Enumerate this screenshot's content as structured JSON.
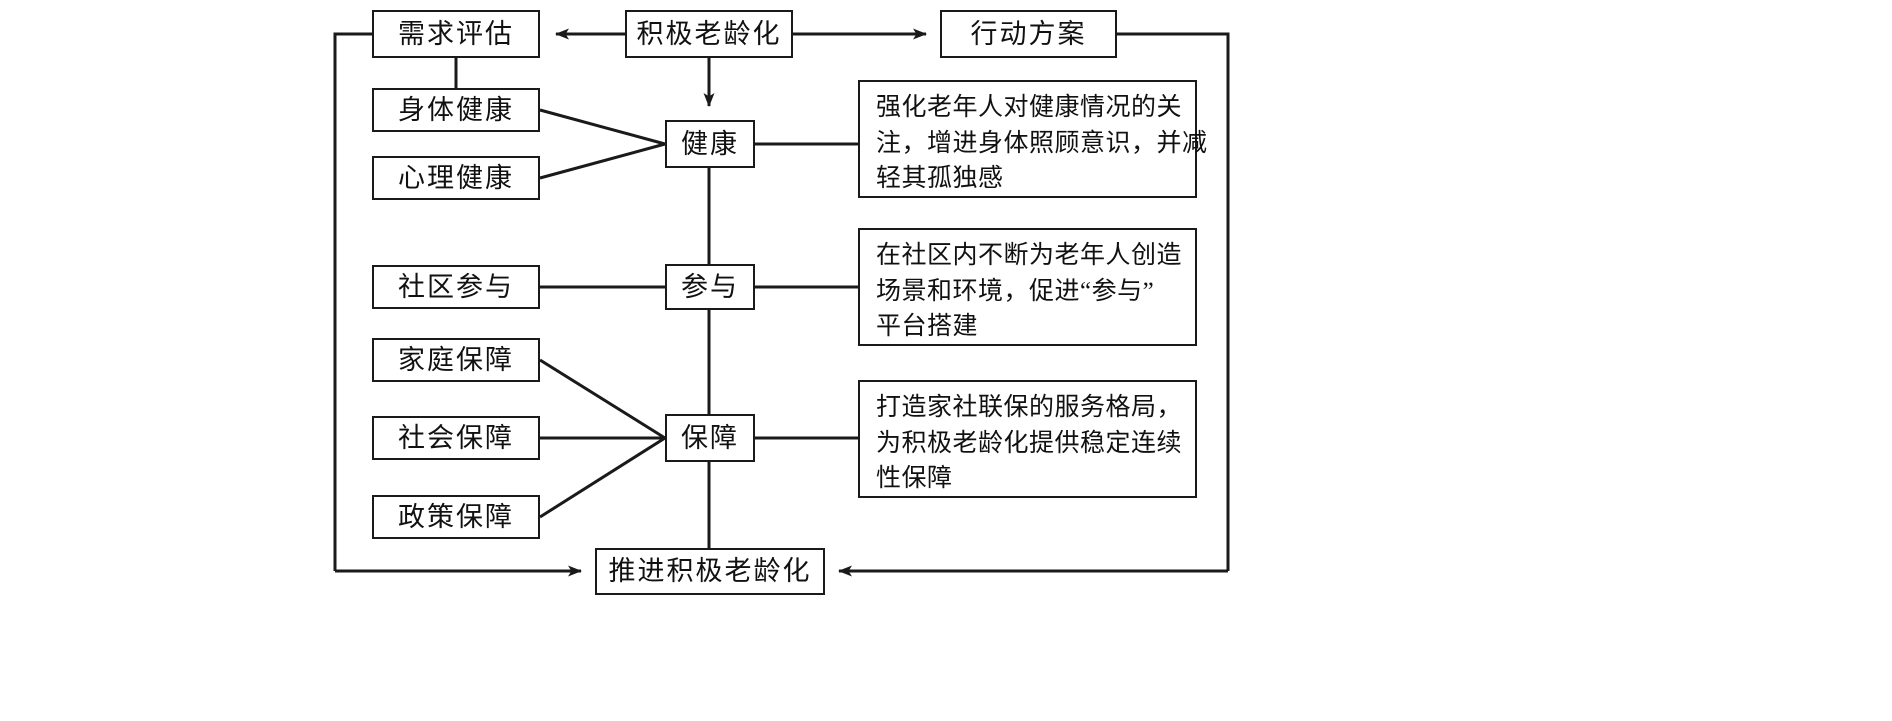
{
  "diagram": {
    "title": "积极老龄化行动方案流程图",
    "stroke_color": "#1a1a1a",
    "background_color": "#ffffff",
    "nodes": {
      "needs_assessment": "需求评估",
      "active_aging": "积极老龄化",
      "action_plan": "行动方案",
      "physical_health": "身体健康",
      "mental_health": "心理健康",
      "community_participation": "社区参与",
      "family_security": "家庭保障",
      "social_security": "社会保障",
      "policy_security": "政策保障",
      "health": "健康",
      "participation": "参与",
      "security": "保障",
      "promote_active_aging": "推进积极老龄化"
    },
    "descriptions": {
      "health_desc": {
        "lines": [
          "强化老年人对健康情况的关",
          "注，增进身体照顾意识，并减",
          "轻其孤独感"
        ],
        "line1": "强化老年人对健康情况的关",
        "line2": "注，增进身体照顾意识，并减",
        "line3": "轻其孤独感"
      },
      "participation_desc": {
        "lines": [
          "在社区内不断为老年人创造",
          "场景和环境，促进“参与”",
          "平台搭建"
        ],
        "line1": "在社区内不断为老年人创造",
        "line2": "场景和环境，促进“参与”",
        "line3": "平台搭建"
      },
      "security_desc": {
        "lines": [
          "打造家社联保的服务格局，",
          "为积极老龄化提供稳定连续",
          "性保障"
        ],
        "line1": "打造家社联保的服务格局，",
        "line2": "为积极老龄化提供稳定连续",
        "line3": "性保障"
      }
    }
  }
}
